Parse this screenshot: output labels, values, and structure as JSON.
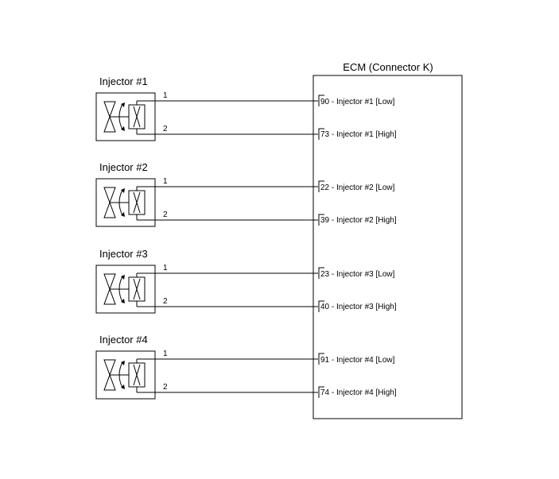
{
  "ecm": {
    "title": "ECM (Connector K)"
  },
  "injectors": [
    {
      "title": "Injector  #1",
      "pins": [
        {
          "pin": "1",
          "ecm_label": "90 - Injector #1 [Low]"
        },
        {
          "pin": "2",
          "ecm_label": "73 - Injector #1 [High]"
        }
      ]
    },
    {
      "title": "Injector  #2",
      "pins": [
        {
          "pin": "1",
          "ecm_label": "22 - Injector #2 [Low]"
        },
        {
          "pin": "2",
          "ecm_label": "39 - Injector #2 [High]"
        }
      ]
    },
    {
      "title": "Injector  #3",
      "pins": [
        {
          "pin": "1",
          "ecm_label": "23 - Injector #3 [Low]"
        },
        {
          "pin": "2",
          "ecm_label": "40 - Injector #3 [High]"
        }
      ]
    },
    {
      "title": "Injector  #4",
      "pins": [
        {
          "pin": "1",
          "ecm_label": "91 - Injector #4 [Low]"
        },
        {
          "pin": "2",
          "ecm_label": "74 - Injector #4 [High]"
        }
      ]
    }
  ]
}
